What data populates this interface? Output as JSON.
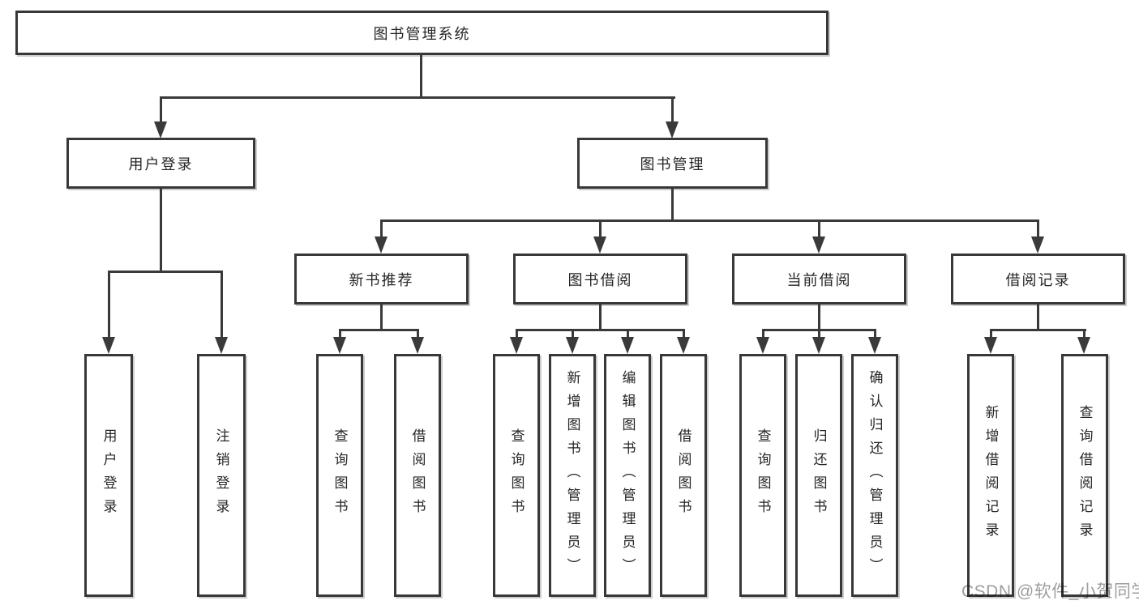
{
  "diagram": {
    "root": {
      "label": "图书管理系统"
    },
    "branches": [
      {
        "label": "用户登录",
        "children": [
          {
            "label": "用户登录"
          },
          {
            "label": "注销登录"
          }
        ]
      },
      {
        "label": "图书管理",
        "children": [
          {
            "label": "新书推荐",
            "children": [
              {
                "label": "查询图书"
              },
              {
                "label": "借阅图书"
              }
            ]
          },
          {
            "label": "图书借阅",
            "children": [
              {
                "label": "查询图书"
              },
              {
                "label": "新增图书（管理员）"
              },
              {
                "label": "编辑图书（管理员）"
              },
              {
                "label": "借阅图书"
              }
            ]
          },
          {
            "label": "当前借阅",
            "children": [
              {
                "label": "查询图书"
              },
              {
                "label": "归还图书"
              },
              {
                "label": "确认归还（管理员）"
              }
            ]
          },
          {
            "label": "借阅记录",
            "children": [
              {
                "label": "新增借阅记录"
              },
              {
                "label": "查询借阅记录"
              }
            ]
          }
        ]
      }
    ]
  },
  "watermark": {
    "text": "CSDN @软件_小贺同学"
  },
  "colors": {
    "line": "#3a3a3a",
    "box_border": "#383838",
    "box_background": "#ffffff",
    "text": "#262626",
    "watermark": "#9e9e9e",
    "page_background": "#ffffff"
  }
}
